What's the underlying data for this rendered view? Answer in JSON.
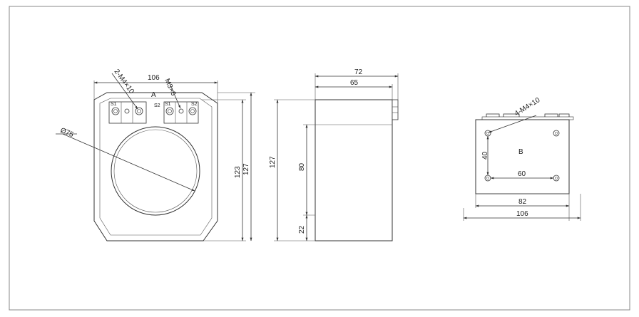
{
  "front_view": {
    "label_a": "A",
    "dim_width": "106",
    "dim_height_inner": "123",
    "dim_height_outer": "127",
    "dim_hole": "Ø75",
    "note_terminal_screw": "2-M4×10",
    "note_secondary_screw": "M3×6",
    "terminal_s1_left": "S1",
    "terminal_s2_left": "S2",
    "terminal_s1_right": "S1",
    "terminal_s2_right": "S2"
  },
  "side_view": {
    "dim_total_width": "72",
    "dim_body_width": "65",
    "dim_height": "127",
    "dim_mount": "80",
    "dim_offset": "22"
  },
  "bottom_view": {
    "label_b": "B",
    "note_mount_screw": "4-M4×10",
    "dim_hole_height": "40",
    "dim_hole_spacing": "60",
    "dim_inner_width": "82",
    "dim_outer_width": "106"
  }
}
